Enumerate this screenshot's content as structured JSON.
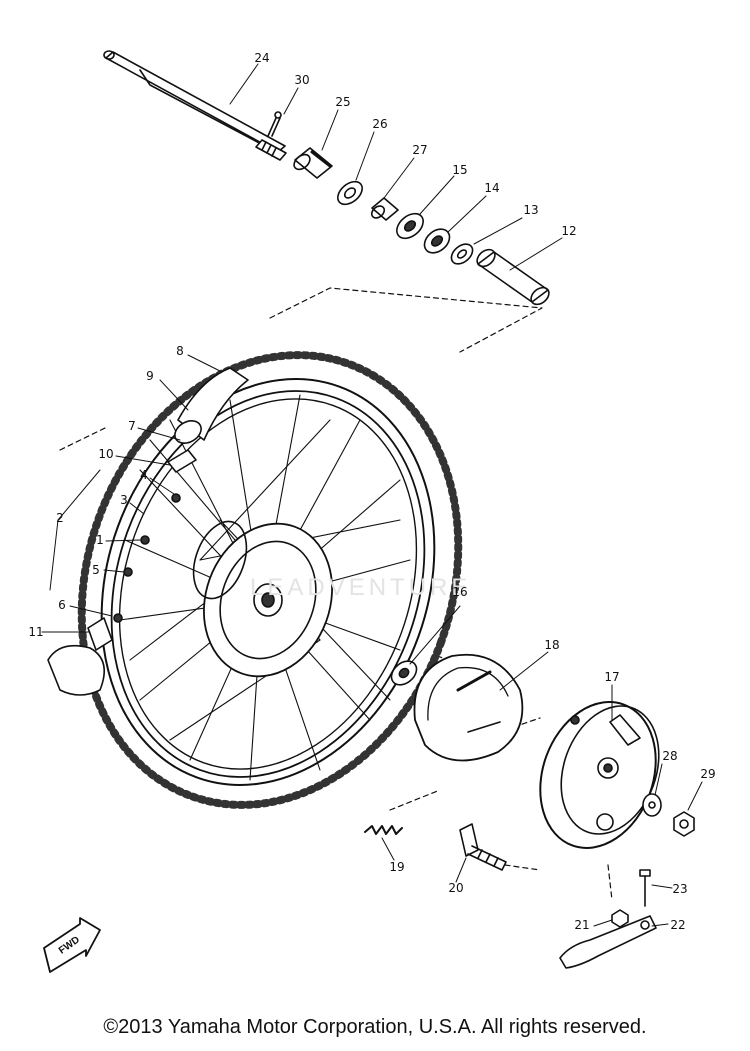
{
  "diagram": {
    "watermark": "LEADVENTURE",
    "fwd_label": "FWD",
    "copyright": "©2013 Yamaha Motor Corporation, U.S.A. All rights reserved.",
    "callouts": [
      {
        "id": "c24",
        "text": "24"
      },
      {
        "id": "c30",
        "text": "30"
      },
      {
        "id": "c25",
        "text": "25"
      },
      {
        "id": "c26",
        "text": "26"
      },
      {
        "id": "c27",
        "text": "27"
      },
      {
        "id": "c15",
        "text": "15"
      },
      {
        "id": "c14",
        "text": "14"
      },
      {
        "id": "c13",
        "text": "13"
      },
      {
        "id": "c12",
        "text": "12"
      },
      {
        "id": "c8",
        "text": "8"
      },
      {
        "id": "c9",
        "text": "9"
      },
      {
        "id": "c7",
        "text": "7"
      },
      {
        "id": "c10",
        "text": "10"
      },
      {
        "id": "c4",
        "text": "4"
      },
      {
        "id": "c3",
        "text": "3"
      },
      {
        "id": "c2",
        "text": "2"
      },
      {
        "id": "c1",
        "text": "1"
      },
      {
        "id": "c5",
        "text": "5"
      },
      {
        "id": "c6",
        "text": "6"
      },
      {
        "id": "c11",
        "text": "11"
      },
      {
        "id": "c16",
        "text": "16"
      },
      {
        "id": "c18",
        "text": "18"
      },
      {
        "id": "c17",
        "text": "17"
      },
      {
        "id": "c28",
        "text": "28"
      },
      {
        "id": "c29",
        "text": "29"
      },
      {
        "id": "c19",
        "text": "19"
      },
      {
        "id": "c20",
        "text": "20"
      },
      {
        "id": "c23",
        "text": "23"
      },
      {
        "id": "c21",
        "text": "21"
      },
      {
        "id": "c22",
        "text": "22"
      }
    ]
  }
}
